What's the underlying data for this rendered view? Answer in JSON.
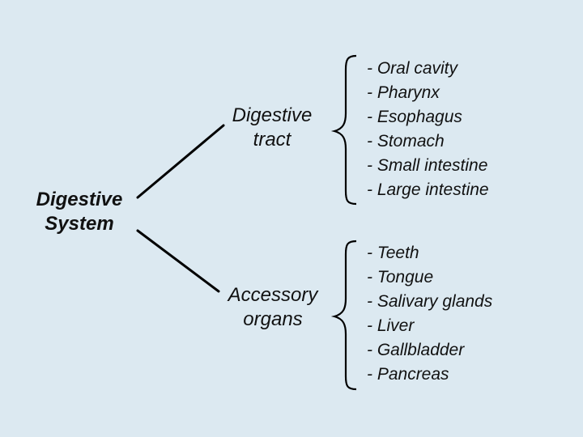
{
  "root": {
    "line1": "Digestive",
    "line2": "System"
  },
  "branches": [
    {
      "line1": "Digestive",
      "line2": "tract",
      "items": [
        "- Oral cavity",
        "- Pharynx",
        "- Esophagus",
        "- Stomach",
        "- Small intestine",
        "- Large intestine"
      ]
    },
    {
      "line1": "Accessory",
      "line2": "organs",
      "items": [
        "- Teeth",
        "- Tongue",
        "- Salivary glands",
        "- Liver",
        "- Gallbladder",
        "- Pancreas"
      ]
    }
  ],
  "colors": {
    "background": "#dce9f1",
    "text": "#111111",
    "lines": "#000000"
  }
}
